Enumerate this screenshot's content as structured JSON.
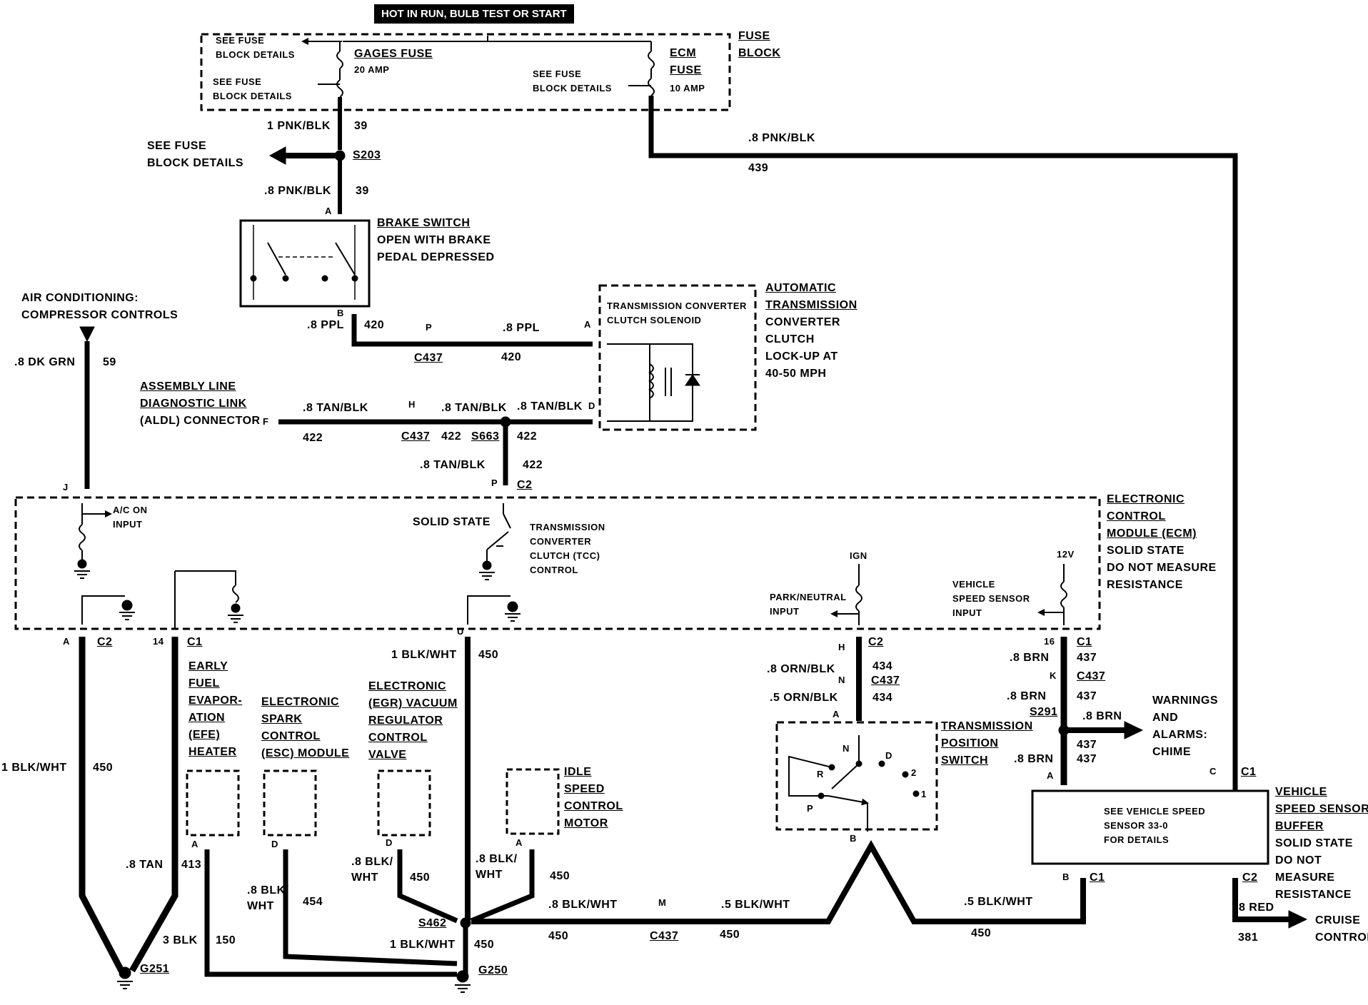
{
  "header": {
    "title": "HOT IN RUN, BULB TEST OR START"
  },
  "fuse_block": {
    "label_1": "FUSE",
    "label_2": "BLOCK",
    "see_details_1a": "SEE FUSE",
    "see_details_1b": "BLOCK DETAILS",
    "see_details_2a": "SEE FUSE",
    "see_details_2b": "BLOCK DETAILS",
    "see_details_3a": "SEE FUSE",
    "see_details_3b": "BLOCK DETAILS",
    "gages_fuse": "GAGES FUSE",
    "gages_amp": "20 AMP",
    "ecm_1": "ECM",
    "ecm_2": "FUSE",
    "ecm_amp": "10 AMP"
  },
  "splice_s203": {
    "see_a": "SEE FUSE",
    "see_b": "BLOCK DETAILS",
    "name": "S203"
  },
  "brake_switch": {
    "title": "BRAKE SWITCH",
    "line1": "OPEN WITH BRAKE",
    "line2": "PEDAL DEPRESSED"
  },
  "ac": {
    "line1": "AIR CONDITIONING:",
    "line2": "COMPRESSOR CONTROLS"
  },
  "aldl": {
    "line1": "ASSEMBLY LINE",
    "line2": "DIAGNOSTIC LINK",
    "line3": "(ALDL) CONNECTOR"
  },
  "tcc_solenoid": {
    "line1": "TRANSMISSION CONVERTER",
    "line2": "CLUTCH SOLENOID"
  },
  "auto_trans": {
    "l1": "AUTOMATIC",
    "l2": "TRANSMISSION",
    "l3": "CONVERTER",
    "l4": "CLUTCH",
    "l5": "LOCK-UP AT",
    "l6": "40-50 MPH"
  },
  "ecm": {
    "l1": "ELECTRONIC",
    "l2": "CONTROL",
    "l3": "MODULE (ECM)",
    "l4": "SOLID STATE",
    "l5": "DO NOT MEASURE",
    "l6": "RESISTANCE",
    "ac_on_1": "A/C ON",
    "ac_on_2": "INPUT",
    "solid_state": "SOLID STATE",
    "tcc_1": "TRANSMISSION",
    "tcc_2": "CONVERTER",
    "tcc_3": "CLUTCH (TCC)",
    "tcc_4": "CONTROL",
    "ign": "IGN",
    "v12": "12V",
    "pn_1": "PARK/NEUTRAL",
    "pn_2": "INPUT",
    "vss_1": "VEHICLE",
    "vss_2": "SPEED SENSOR",
    "vss_3": "INPUT"
  },
  "components": {
    "efe": {
      "l1": "EARLY",
      "l2": "FUEL",
      "l3": "EVAPOR-",
      "l4": "ATION",
      "l5": "(EFE)",
      "l6": "HEATER"
    },
    "esc": {
      "l1": "ELECTRONIC",
      "l2": "SPARK",
      "l3": "CONTROL",
      "l4": "(ESC) MODULE"
    },
    "egr": {
      "l1": "ELECTRONIC",
      "l2": "(EGR) VACUUM",
      "l3": "REGULATOR",
      "l4": "CONTROL",
      "l5": "VALVE"
    },
    "iac": {
      "l1": "IDLE",
      "l2": "SPEED",
      "l3": "CONTROL",
      "l4": "MOTOR"
    },
    "tps": {
      "l1": "TRANSMISSION",
      "l2": "POSITION",
      "l3": "SWITCH"
    },
    "warn": {
      "l1": "WARNINGS",
      "l2": "AND",
      "l3": "ALARMS:",
      "l4": "CHIME"
    },
    "vssb": {
      "l1": "VEHICLE",
      "l2": "SPEED SENSOR",
      "l3": "BUFFER",
      "l4": "SOLID STATE",
      "l5": "DO NOT",
      "l6": "MEASURE",
      "l7": "RESISTANCE",
      "inner1": "SEE VEHICLE SPEED",
      "inner2": "SENSOR 33-0",
      "inner3": "FOR DETAILS"
    },
    "cruise": {
      "l1": "CRUISE",
      "l2": "CONTROL"
    }
  },
  "wire_labels": {
    "w1": "1 PNK/BLK",
    "c39a": "39",
    "w2": ".8 PNK/BLK",
    "c39b": "39",
    "w439": ".8 PNK/BLK",
    "c439": "439",
    "w_ppl1": ".8 PPL",
    "c420a": "420",
    "w_ppl2": ".8 PPL",
    "c420b": "420",
    "w_dkgrn": ".8 DK GRN",
    "c59": "59",
    "w_tb1": ".8 TAN/BLK",
    "c422a": "422",
    "w_tb2": ".8 TAN/BLK",
    "c422b": "422",
    "w_tb3": ".8 TAN/BLK",
    "c422c": "422",
    "w_tb4": ".8 TAN/BLK",
    "c422d": "422",
    "w_bw1": "1 BLK/WHT",
    "c450a": "450",
    "w_bw2": "1 BLK/WHT",
    "c450b": "450",
    "w_tan": ".8 TAN",
    "c413": "413",
    "w_3blk": "3 BLK",
    "c150": "150",
    "w_bw3a": ".8 BLK/",
    "w_bw3b": "WHT",
    "c454": "454",
    "w_bw4a": ".8 BLK/",
    "w_bw4b": "WHT",
    "c450c": "450",
    "w_bw5a": ".8 BLK/",
    "w_bw5b": "WHT",
    "c450d": "450",
    "w_bw6": "1 BLK/WHT",
    "c450e": "450",
    "w_bw7": ".8 BLK/WHT",
    "c450f": "450",
    "w_bw8": ".5 BLK/WHT",
    "c450g": "450",
    "w_bw9": ".5 BLK/WHT",
    "c450h": "450",
    "w_ob1": ".8 ORN/BLK",
    "c434a": "434",
    "w_ob2": ".5 ORN/BLK",
    "c434b": "434",
    "w_brn1": ".8 BRN",
    "c437a": "437",
    "w_brn2": ".8 BRN",
    "c437b": "437",
    "w_brn3": ".8 BRN",
    "c437c": "437",
    "w_brn4": ".8 BRN",
    "c437d": "437",
    "w_red": ".8 RED",
    "c381": "381"
  },
  "connectors": {
    "A1": "A",
    "B1": "B",
    "P1": "P",
    "C437a": "C437",
    "A2": "A",
    "F1": "F",
    "H1": "H",
    "C437b": "C437",
    "S663": "S663",
    "D1": "D",
    "P2": "P",
    "C2a": "C2",
    "J1": "J",
    "A3": "A",
    "C2b": "C2",
    "n14": "14",
    "C1a": "C1",
    "U1": "U",
    "H2": "H",
    "C2c": "C2",
    "N1": "N",
    "C437c": "C437",
    "A4": "A",
    "n16": "16",
    "C1b": "C1",
    "K1": "K",
    "C437d": "C437",
    "S291": "S291",
    "A5": "A",
    "C3": "C",
    "C1c": "C1",
    "A6": "A",
    "D2": "D",
    "D3": "D",
    "A7": "A",
    "S462": "S462",
    "M1": "M",
    "C437e": "C437",
    "B2": "B",
    "B3": "B",
    "C1d": "C1",
    "C2d": "C2",
    "G251": "G251",
    "G250": "G250",
    "tps_n": "N",
    "tps_d": "D",
    "tps_r": "R",
    "tps_2": "2",
    "tps_1": "1",
    "tps_p": "P"
  }
}
